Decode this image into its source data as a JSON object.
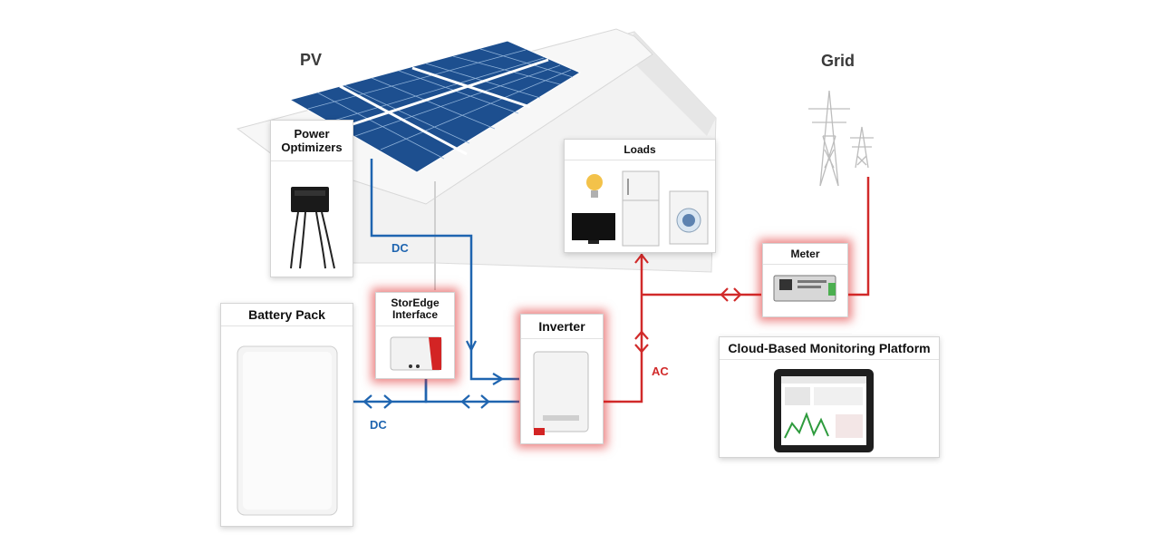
{
  "headings": {
    "pv": "PV",
    "grid": "Grid"
  },
  "cards": {
    "power_optimizers": {
      "title": "Power\nOptimizers"
    },
    "loads": {
      "title": "Loads"
    },
    "meter": {
      "title": "Meter"
    },
    "battery_pack": {
      "title": "Battery Pack"
    },
    "storedge_interface": {
      "title": "StorEdge\nInterface"
    },
    "inverter": {
      "title": "Inverter"
    },
    "cloud_monitoring": {
      "title": "Cloud-Based Monitoring Platform"
    }
  },
  "labels": {
    "dc_top": "DC",
    "dc_bottom": "DC",
    "ac": "AC"
  },
  "colors": {
    "dc_line": "#1f65b0",
    "ac_line": "#d12a2a",
    "panel": "#1d4f8f"
  },
  "icons": [
    "solar-panel-icon",
    "house-icon",
    "power-pylon-icon",
    "light-bulb-icon",
    "television-icon",
    "refrigerator-icon",
    "washing-machine-icon",
    "optimizer-device-icon",
    "meter-device-icon",
    "battery-device-icon",
    "inverter-device-icon",
    "tablet-dashboard-icon",
    "bidirectional-arrow-icon"
  ]
}
